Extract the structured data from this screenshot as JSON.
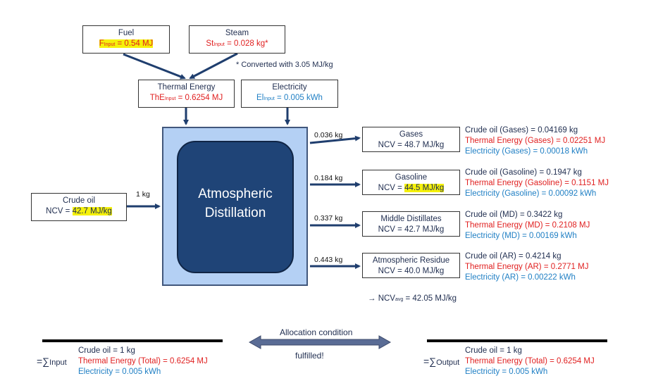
{
  "fuel": {
    "title": "Fuel",
    "sym": "F",
    "sub": "Input",
    "value": " = 0.54 MJ"
  },
  "steam": {
    "title": "Steam",
    "sym": "St",
    "sub": "Input",
    "value": " = 0.028 kg*"
  },
  "converted_note": "* Converted with 3.05 MJ/kg",
  "thermal": {
    "title": "Thermal Energy",
    "sym": "ThE",
    "sub": "Input",
    "value": " = 0.6254 MJ"
  },
  "electricity": {
    "title": "Electricity",
    "sym": "El",
    "sub": "Input",
    "value": " = 0.005 kWh"
  },
  "crude": {
    "title": "Crude oil",
    "ncv_prefix": "NCV = ",
    "ncv_value": "42.7 MJ/kg",
    "flow": "1 kg"
  },
  "distillation": {
    "line1": "Atmospheric",
    "line2": "Distillation"
  },
  "outputs": [
    {
      "flow": "0.036 kg",
      "name": "Gases",
      "ncv_prefix": "NCV = ",
      "ncv_value": "48.7 MJ/kg",
      "crude": "Crude oil (Gases) = 0.04169 kg",
      "thermal": "Thermal Energy (Gases) = 0.02251 MJ",
      "elec": "Electricity (Gases) = 0.00018 kWh"
    },
    {
      "flow": "0.184 kg",
      "name": "Gasoline",
      "ncv_prefix": "NCV = ",
      "ncv_value": "44.5 MJ/kg",
      "crude": "Crude oil (Gasoline) = 0.1947 kg",
      "thermal": "Thermal Energy (Gasoline) = 0.1151 MJ",
      "elec": "Electricity (Gasoline) = 0.00092 kWh"
    },
    {
      "flow": "0.337 kg",
      "name": "Middle Distillates",
      "ncv_prefix": "NCV = ",
      "ncv_value": "42.7 MJ/kg",
      "crude": "Crude oil (MD) = 0.3422 kg",
      "thermal": "Thermal Energy (MD) = 0.2108 MJ",
      "elec": "Electricity (MD) = 0.00169 kWh"
    },
    {
      "flow": "0.443 kg",
      "name": "Atmospheric Residue",
      "ncv_prefix": "NCV = ",
      "ncv_value": "40.0 MJ/kg",
      "crude": "Crude oil (AR) = 0.4214 kg",
      "thermal": "Thermal Energy (AR) = 0.2771 MJ",
      "elec": "Electricity (AR) = 0.00222 kWh"
    }
  ],
  "ncv_avg": {
    "prefix": "→ NCV",
    "sub": "avg",
    "value": " = 42.05 MJ/kg"
  },
  "allocation": {
    "line1": "Allocation condition",
    "line2": "fulfilled!"
  },
  "sum_input": {
    "label_eq": "=∑",
    "label_sub": "Input",
    "crude": "Crude oil = 1 kg",
    "thermal": "Thermal Energy (Total) = 0.6254 MJ",
    "elec": "Electricity = 0.005 kWh"
  },
  "sum_output": {
    "label_eq": "=∑",
    "label_sub": "Output",
    "crude": "Crude oil  = 1 kg",
    "thermal": "Thermal Energy (Total) = 0.6254 MJ",
    "elec": "Electricity  = 0.005 kWh"
  },
  "colors": {
    "arrow": "#1f3e6e",
    "thermal": "#e02020",
    "electricity": "#1f7fc4",
    "highlight": "#f5f10a",
    "distill_outer": "#b4d0f4",
    "distill_inner": "#1f4477"
  }
}
